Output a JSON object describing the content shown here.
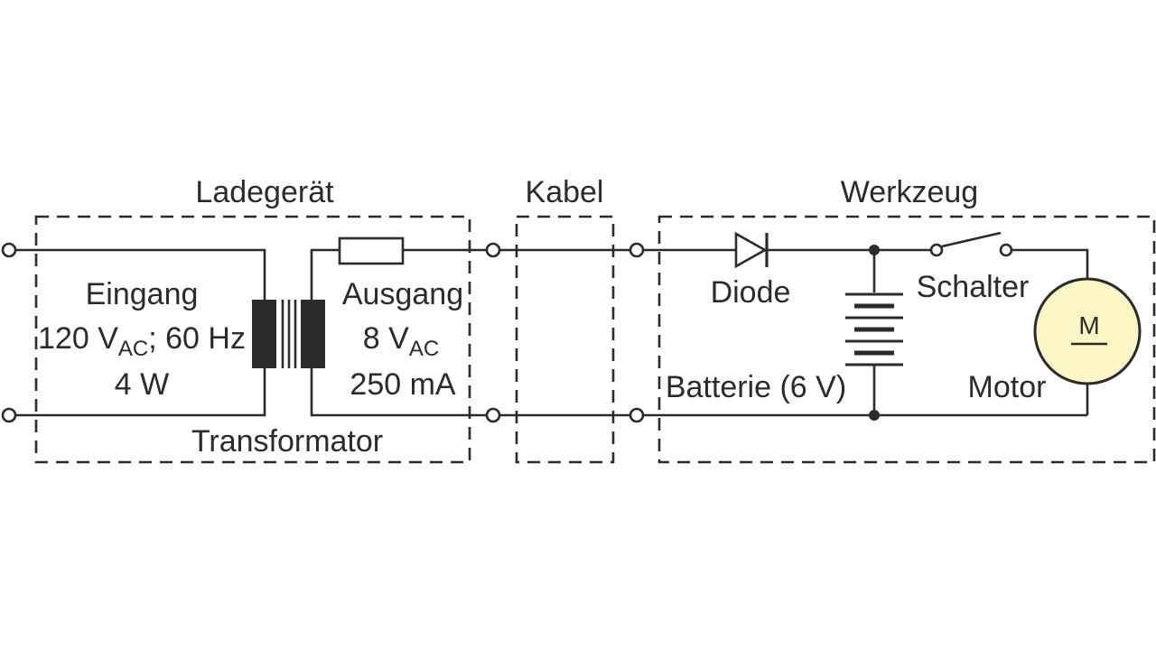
{
  "blocks": {
    "charger": "Ladegerät",
    "cable": "Kabel",
    "tool": "Werkzeug"
  },
  "charger": {
    "input_label": "Eingang",
    "input_voltage": "120 V",
    "input_voltage_sub": "AC",
    "input_freq": "; 60 Hz",
    "input_power": "4 W",
    "output_label": "Ausgang",
    "output_voltage": "8 V",
    "output_voltage_sub": "AC",
    "output_current": "250 mA",
    "transformer_label": "Transformator"
  },
  "tool": {
    "diode_label": "Diode",
    "battery_label": "Batterie (6 V)",
    "switch_label": "Schalter",
    "motor_label": "Motor",
    "motor_symbol": "M"
  },
  "colors": {
    "line": "#2b2b2b",
    "motor_fill": "#fbf6c4"
  }
}
